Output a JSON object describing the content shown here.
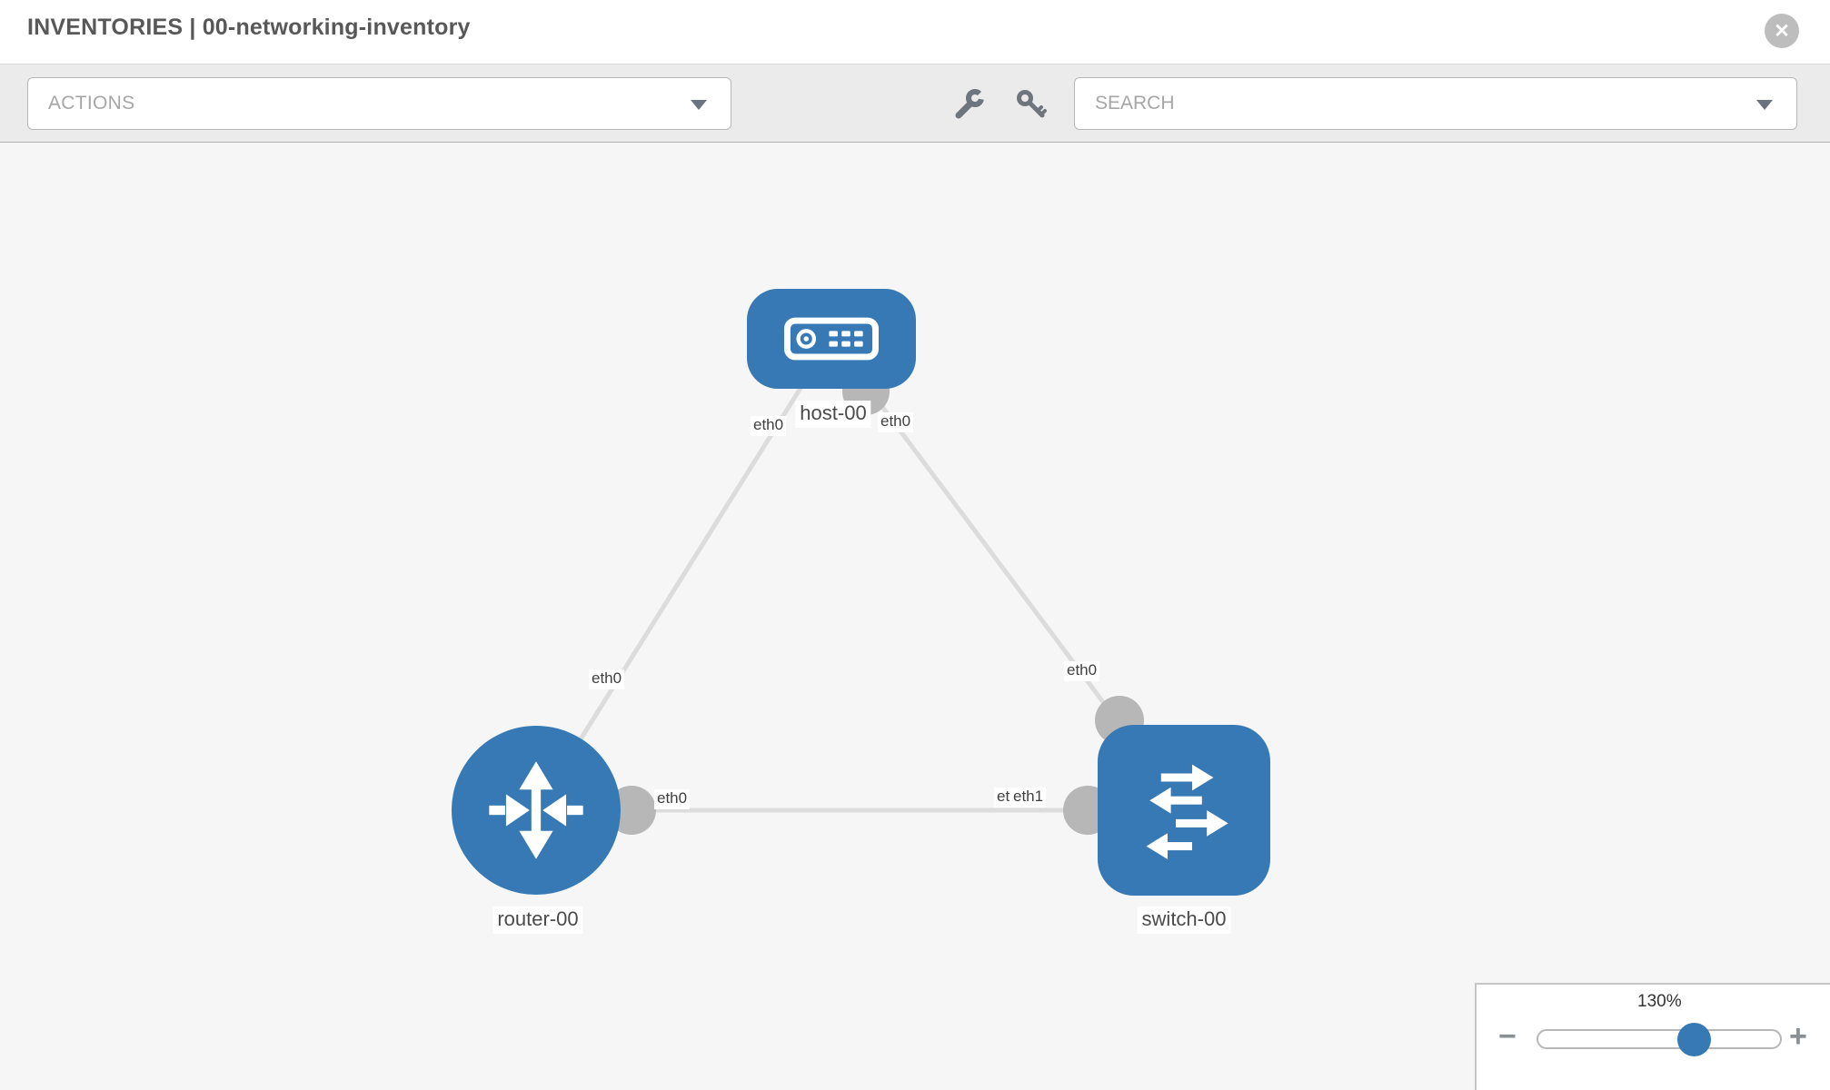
{
  "header": {
    "title": "INVENTORIES | 00-networking-inventory",
    "close_glyph": "✕"
  },
  "toolbar": {
    "actions_label": "ACTIONS",
    "search_placeholder": "SEARCH"
  },
  "topology": {
    "nodes": [
      {
        "label": "host-00",
        "type": "host"
      },
      {
        "label": "router-00",
        "type": "router"
      },
      {
        "label": "switch-00",
        "type": "switch"
      }
    ],
    "interface_labels": {
      "host_to_router_at_host": "eth0",
      "host_to_router_at_router": "eth0",
      "host_to_switch_at_host": "eth0",
      "host_to_switch_at_switch": "eth0",
      "router_to_switch_at_router": "eth0",
      "router_to_switch_at_switch_back": "eth0",
      "router_to_switch_at_switch_front": "eth1"
    }
  },
  "zoom_control": {
    "level": "130%",
    "minus_glyph": "−",
    "plus_glyph": "+"
  },
  "colors": {
    "node_blue": "#3779b5",
    "link_gray": "#dcdcdc",
    "port_gray": "#b7b7b7",
    "toolbar_bg": "#ebebeb",
    "canvas_bg": "#f6f6f6"
  }
}
